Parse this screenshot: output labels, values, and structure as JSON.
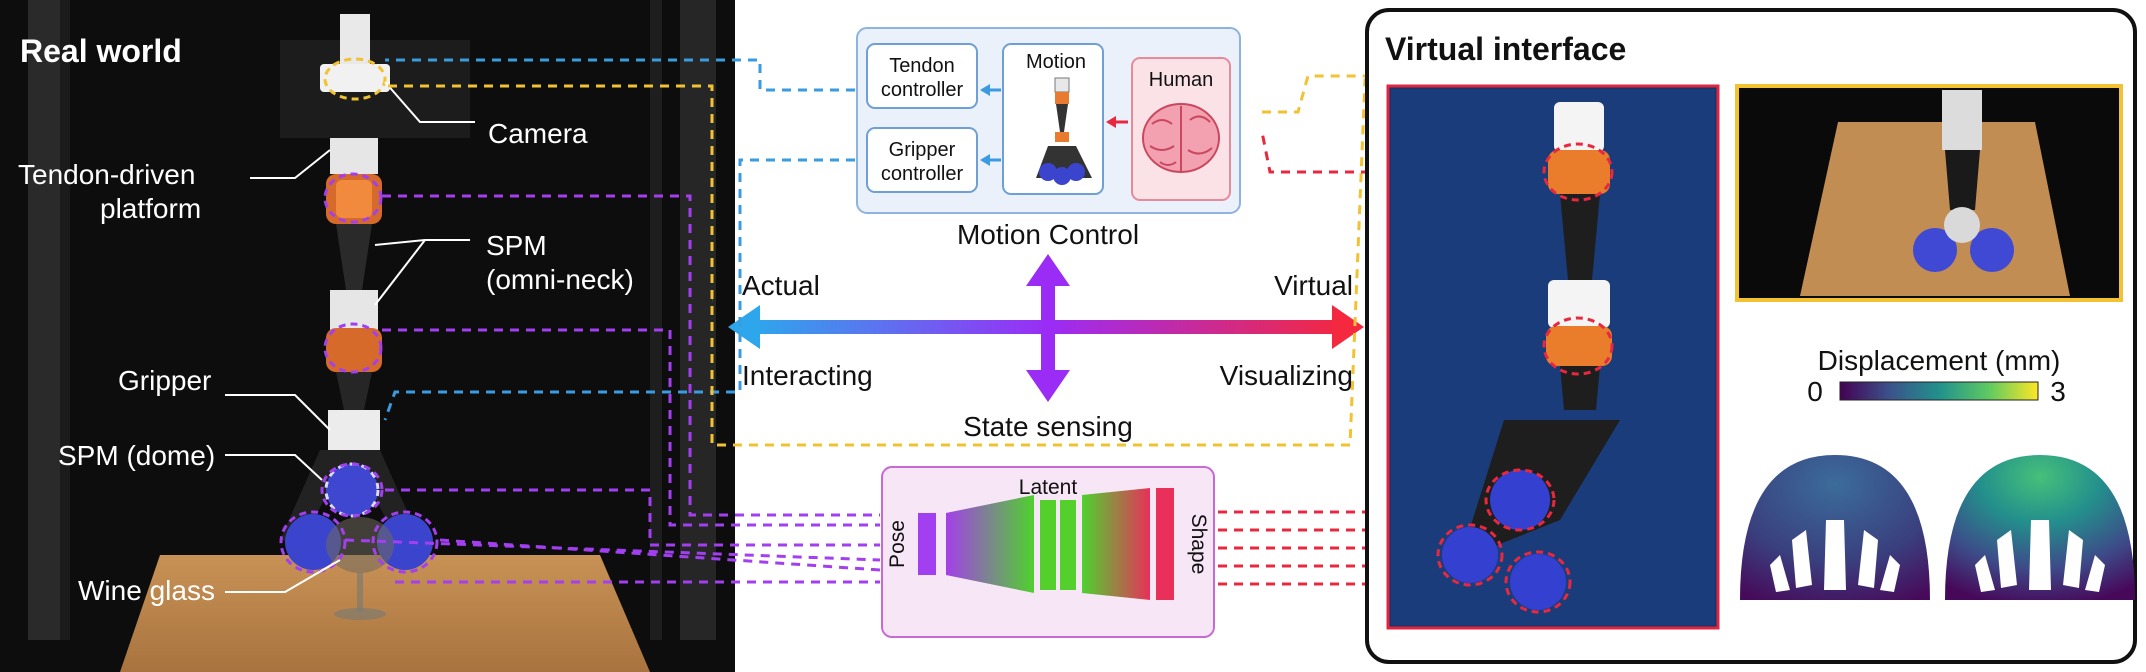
{
  "real_world": {
    "title": "Real world",
    "labels": {
      "camera": "Camera",
      "tendon_platform_line1": "Tendon-driven",
      "tendon_platform_line2": "platform",
      "spm_neck_line1": "SPM",
      "spm_neck_line2": "(omni-neck)",
      "gripper": "Gripper",
      "spm_dome": "SPM (dome)",
      "wine_glass": "Wine glass"
    }
  },
  "motion_control": {
    "title": "Motion Control",
    "tendon_controller_line1": "Tendon",
    "tendon_controller_line2": "controller",
    "gripper_controller_line1": "Gripper",
    "gripper_controller_line2": "controller",
    "motion": "Motion",
    "human": "Human"
  },
  "axes": {
    "left_top": "Actual",
    "left_bottom": "Interacting",
    "right_top": "Virtual",
    "right_bottom": "Visualizing",
    "bottom": "State sensing"
  },
  "codec": {
    "pose": "Pose",
    "latent": "Latent",
    "shape": "Shape"
  },
  "virtual_interface": {
    "title": "Virtual interface",
    "colorbar_title": "Displacement (mm)",
    "colorbar_min": "0",
    "colorbar_max": "3"
  },
  "colors": {
    "blue": "#3a9be0",
    "yellow": "#f2c232",
    "purple": "#a23ff0",
    "red": "#e8283f",
    "arrow_left": "#2e9be8",
    "arrow_right": "#f22c44",
    "arrow_center": "#9b2cf5"
  }
}
